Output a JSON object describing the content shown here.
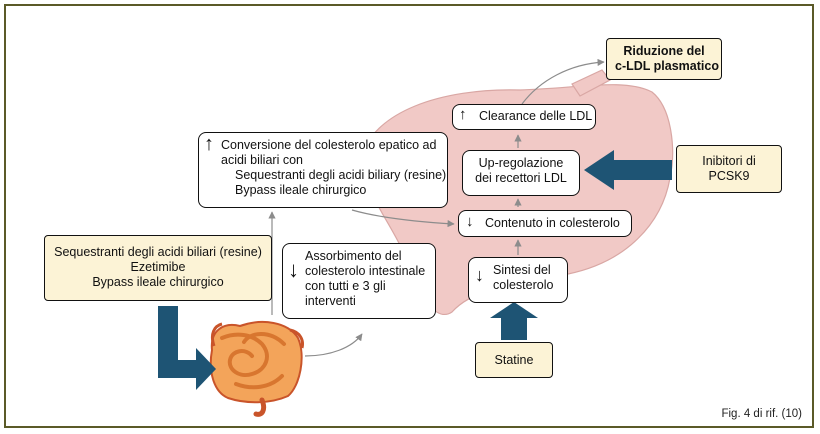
{
  "figure": {
    "caption": "Fig. 4 di rif. (10)",
    "boxes": {
      "riduzione": [
        "Riduzione del",
        "c-LDL plasmatico"
      ],
      "clearance": "Clearance delle LDL",
      "upregolazione": [
        "Up-regolazione",
        "dei recettori LDL"
      ],
      "inibitori": [
        "Inibitori di",
        "PCSK9"
      ],
      "contenuto": "Contenuto in colesterolo",
      "sintesi": [
        "Sintesi del",
        "colesterolo"
      ],
      "statine": "Statine",
      "conversione": [
        "Conversione del colesterolo epatico ad",
        "acidi biliari con",
        "Sequestranti degli acidi biliary (resine)",
        "Bypass ileale chirurgico"
      ],
      "assorbimento": [
        "Assorbimento del",
        "colesterolo intestinale",
        "con tutti e 3 gli",
        "interventi"
      ],
      "sequestranti": [
        "Sequestranti degli acidi biliari (resine)",
        "Ezetimibe",
        "Bypass ileale chirurgico"
      ]
    },
    "colors": {
      "liver": "#f1c9c6",
      "liver_edge": "#d9a7a4",
      "blue_arrow": "#1e5474",
      "cream": "#fcf3d6",
      "frame": "#5b5a28"
    }
  }
}
